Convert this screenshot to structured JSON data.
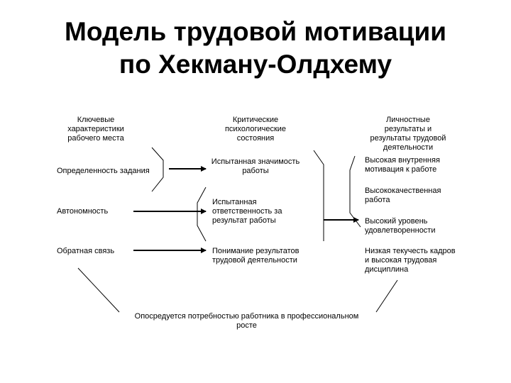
{
  "title": {
    "line1": "Модель трудовой мотивации",
    "line2": "по Хекману-Олдхему"
  },
  "columns": {
    "key_characteristics": {
      "header": [
        "Ключевые",
        "характеристики",
        "рабочего места"
      ],
      "items": [
        "Определенность задания",
        "Автономность",
        "Обратная связь"
      ]
    },
    "critical_states": {
      "header": [
        "Критические",
        "психологические",
        "состояния"
      ],
      "items": [
        [
          "Испытанная значимость",
          "работы"
        ],
        [
          "Испытанная",
          "ответственность за",
          "результат работы"
        ],
        [
          "Понимание результатов",
          "трудовой деятельности"
        ]
      ]
    },
    "personal_results": {
      "header": [
        "Личностные",
        "результаты и",
        "результаты трудовой",
        "деятельности"
      ],
      "items": [
        [
          "Высокая внутренняя",
          "мотивация к работе"
        ],
        [
          "Высококачественная",
          "работа"
        ],
        [
          "Высокий уровень",
          "удовлетворенности"
        ],
        [
          "Низкая текучесть кадров",
          "и высокая трудовая",
          "дисциплина"
        ]
      ]
    }
  },
  "moderator": [
    "Опосредуется потребностью работника в профессиональном",
    "росте"
  ],
  "colors": {
    "text": "#000000",
    "background": "#ffffff",
    "lines": "#000000"
  }
}
